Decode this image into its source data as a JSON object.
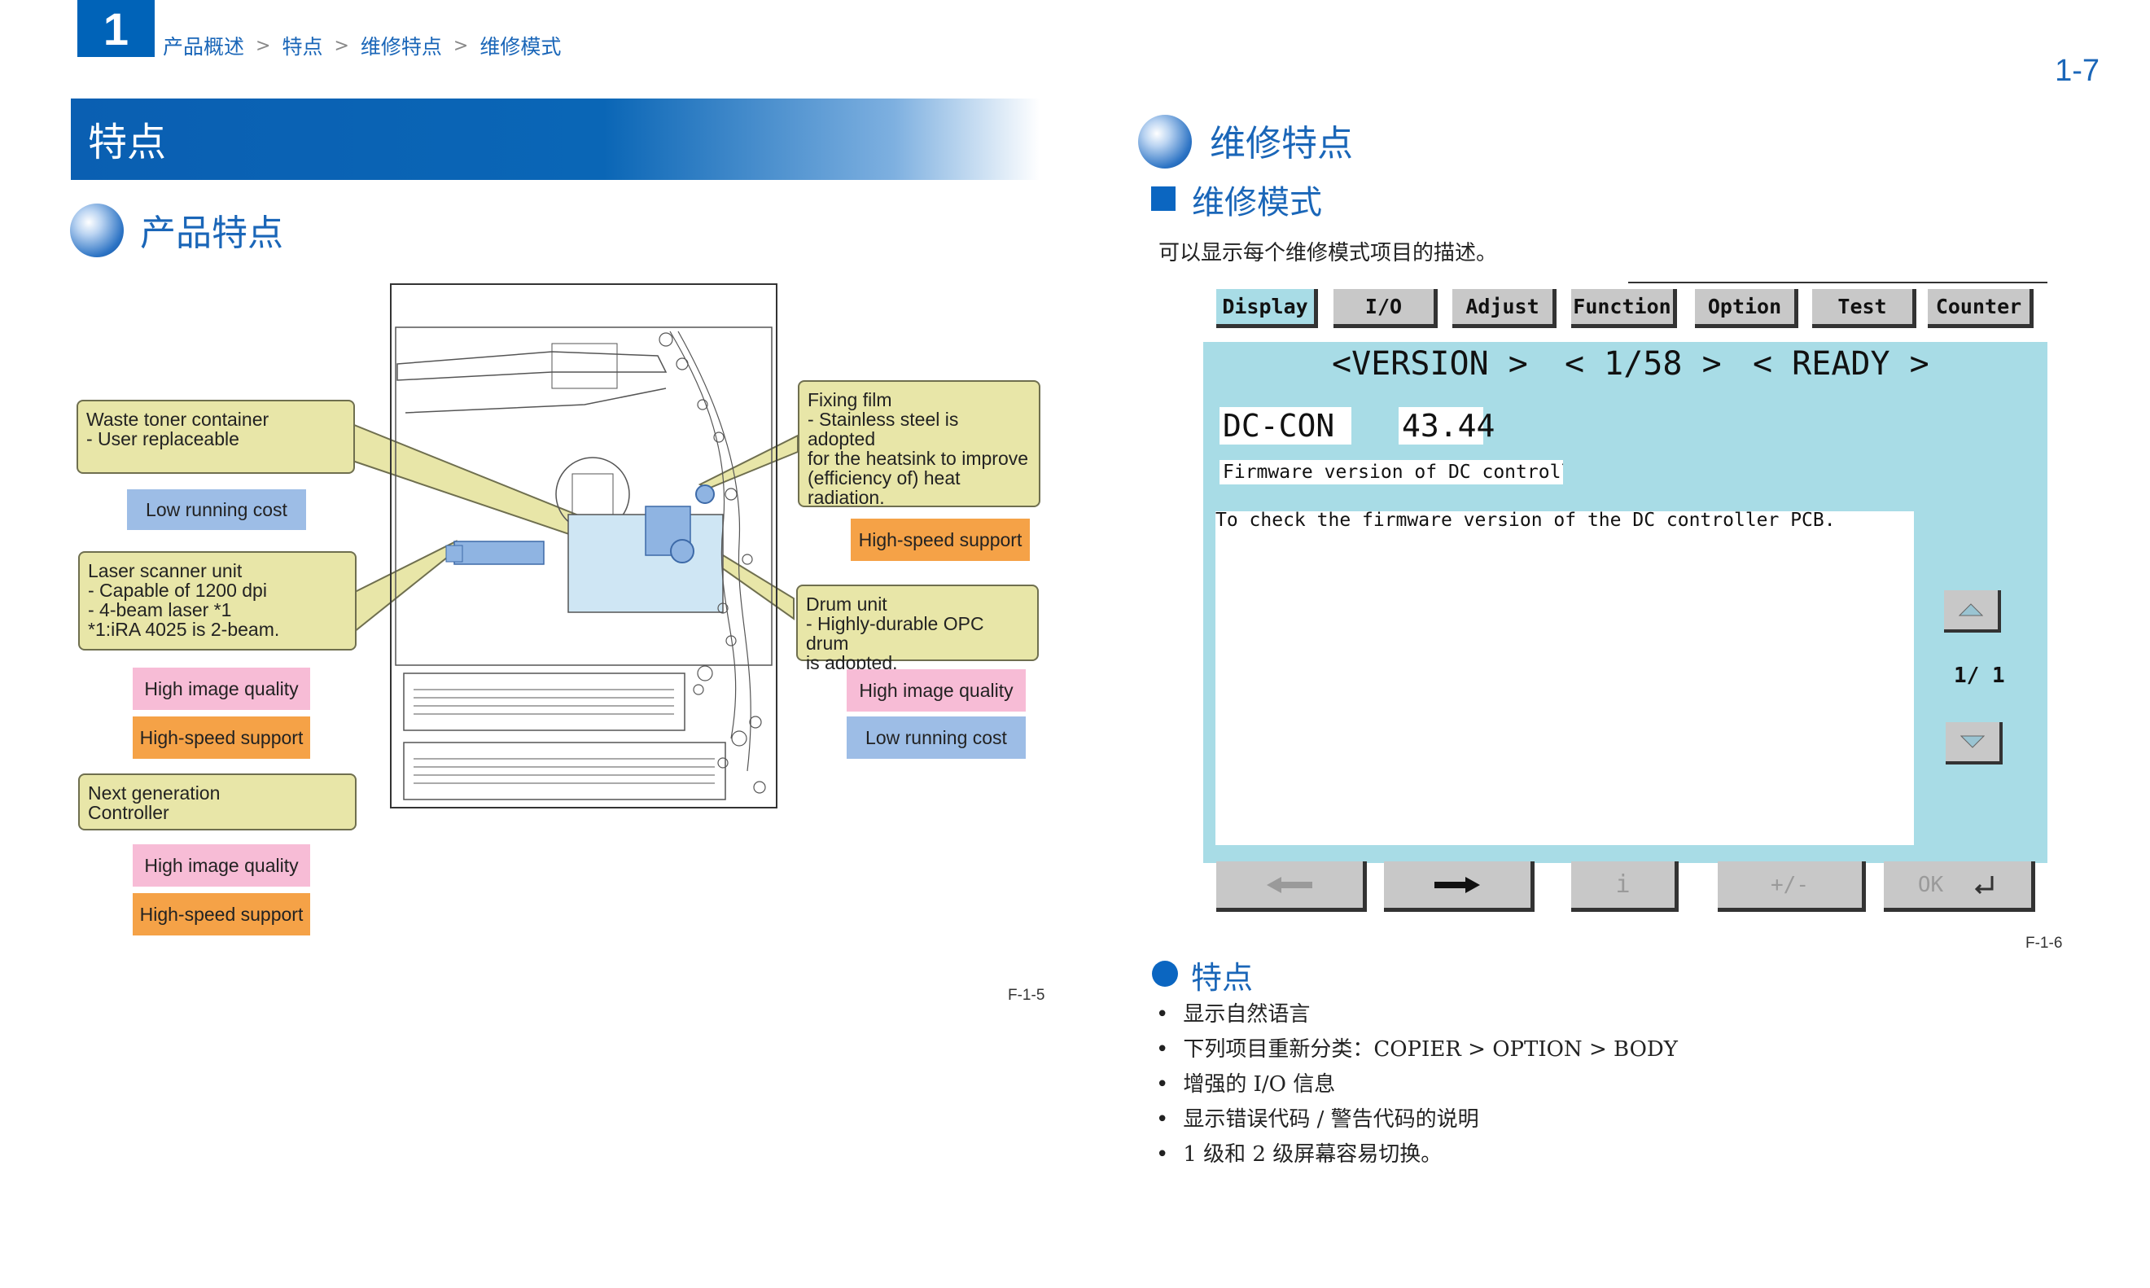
{
  "header": {
    "chapter": "1",
    "breadcrumb": [
      "产品概述",
      "特点",
      "维修特点",
      "维修模式"
    ],
    "page_number": "1-7"
  },
  "section_title": "特点",
  "left": {
    "heading": "产品特点",
    "figure_label": "F-1-5",
    "callouts": {
      "waste_toner": "Waste toner container\n- User replaceable",
      "laser_scanner": "Laser scanner unit\n- Capable of 1200 dpi\n- 4-beam laser *1\n*1:iRA 4025 is 2-beam.",
      "next_gen": "Next generation\nController",
      "fixing_film": "Fixing film\n- Stainless steel is adopted\nfor the heatsink to improve\n(efficiency of) heat\nradiation.",
      "drum_unit": "Drum unit\n- Highly-durable OPC drum\n  is adopted."
    },
    "tags": {
      "waste_low_cost": "Low running cost",
      "laser_high_image": "High image quality",
      "laser_high_speed": "High-speed support",
      "controller_high_image": "High image quality",
      "controller_high_speed": "High-speed support",
      "fixing_high_speed": "High-speed support",
      "drum_high_image": "High image quality",
      "drum_low_cost": "Low running cost"
    },
    "colors": {
      "callout": "#e8e6a8",
      "blue_tag": "#9dbde6",
      "pink_tag": "#f7bcd6",
      "orange_tag": "#f5a247"
    }
  },
  "right": {
    "heading": "维修特点",
    "subheading": "维修模式",
    "description": "可以显示每个维修模式项目的描述。",
    "screen": {
      "tabs": [
        "Display",
        "I/O",
        "Adjust",
        "Function",
        "Option",
        "Test",
        "Counter"
      ],
      "active_tab": "Display",
      "version_nav": "<VERSION >",
      "page_nav": "<  1/58 >",
      "status_nav": "< READY  >",
      "item_name": "DC-CON",
      "item_value": "43.44",
      "item_caption": "Firmware version of DC controlle",
      "detail_text": "To check the firmware version of the DC controller PCB.",
      "scroll_page": "1/ 1",
      "bottom_buttons": [
        "left-arrow",
        "right-arrow",
        "i",
        "+/-",
        "OK"
      ],
      "bottom_labels": {
        "info": "i",
        "plus_minus": "+/-",
        "ok": "OK"
      }
    },
    "figure_label": "F-1-6",
    "features_heading": "特点",
    "features": [
      "显示自然语言",
      "下列项目重新分类：COPIER > OPTION > BODY",
      "增强的 I/O 信息",
      "显示错误代码 / 警告代码的说明",
      "1 级和 2 级屏幕容易切换。"
    ],
    "colors": {
      "screen_bg": "#a8dce6",
      "button": "#c8c8c8",
      "accent": "#0b66c1"
    }
  }
}
